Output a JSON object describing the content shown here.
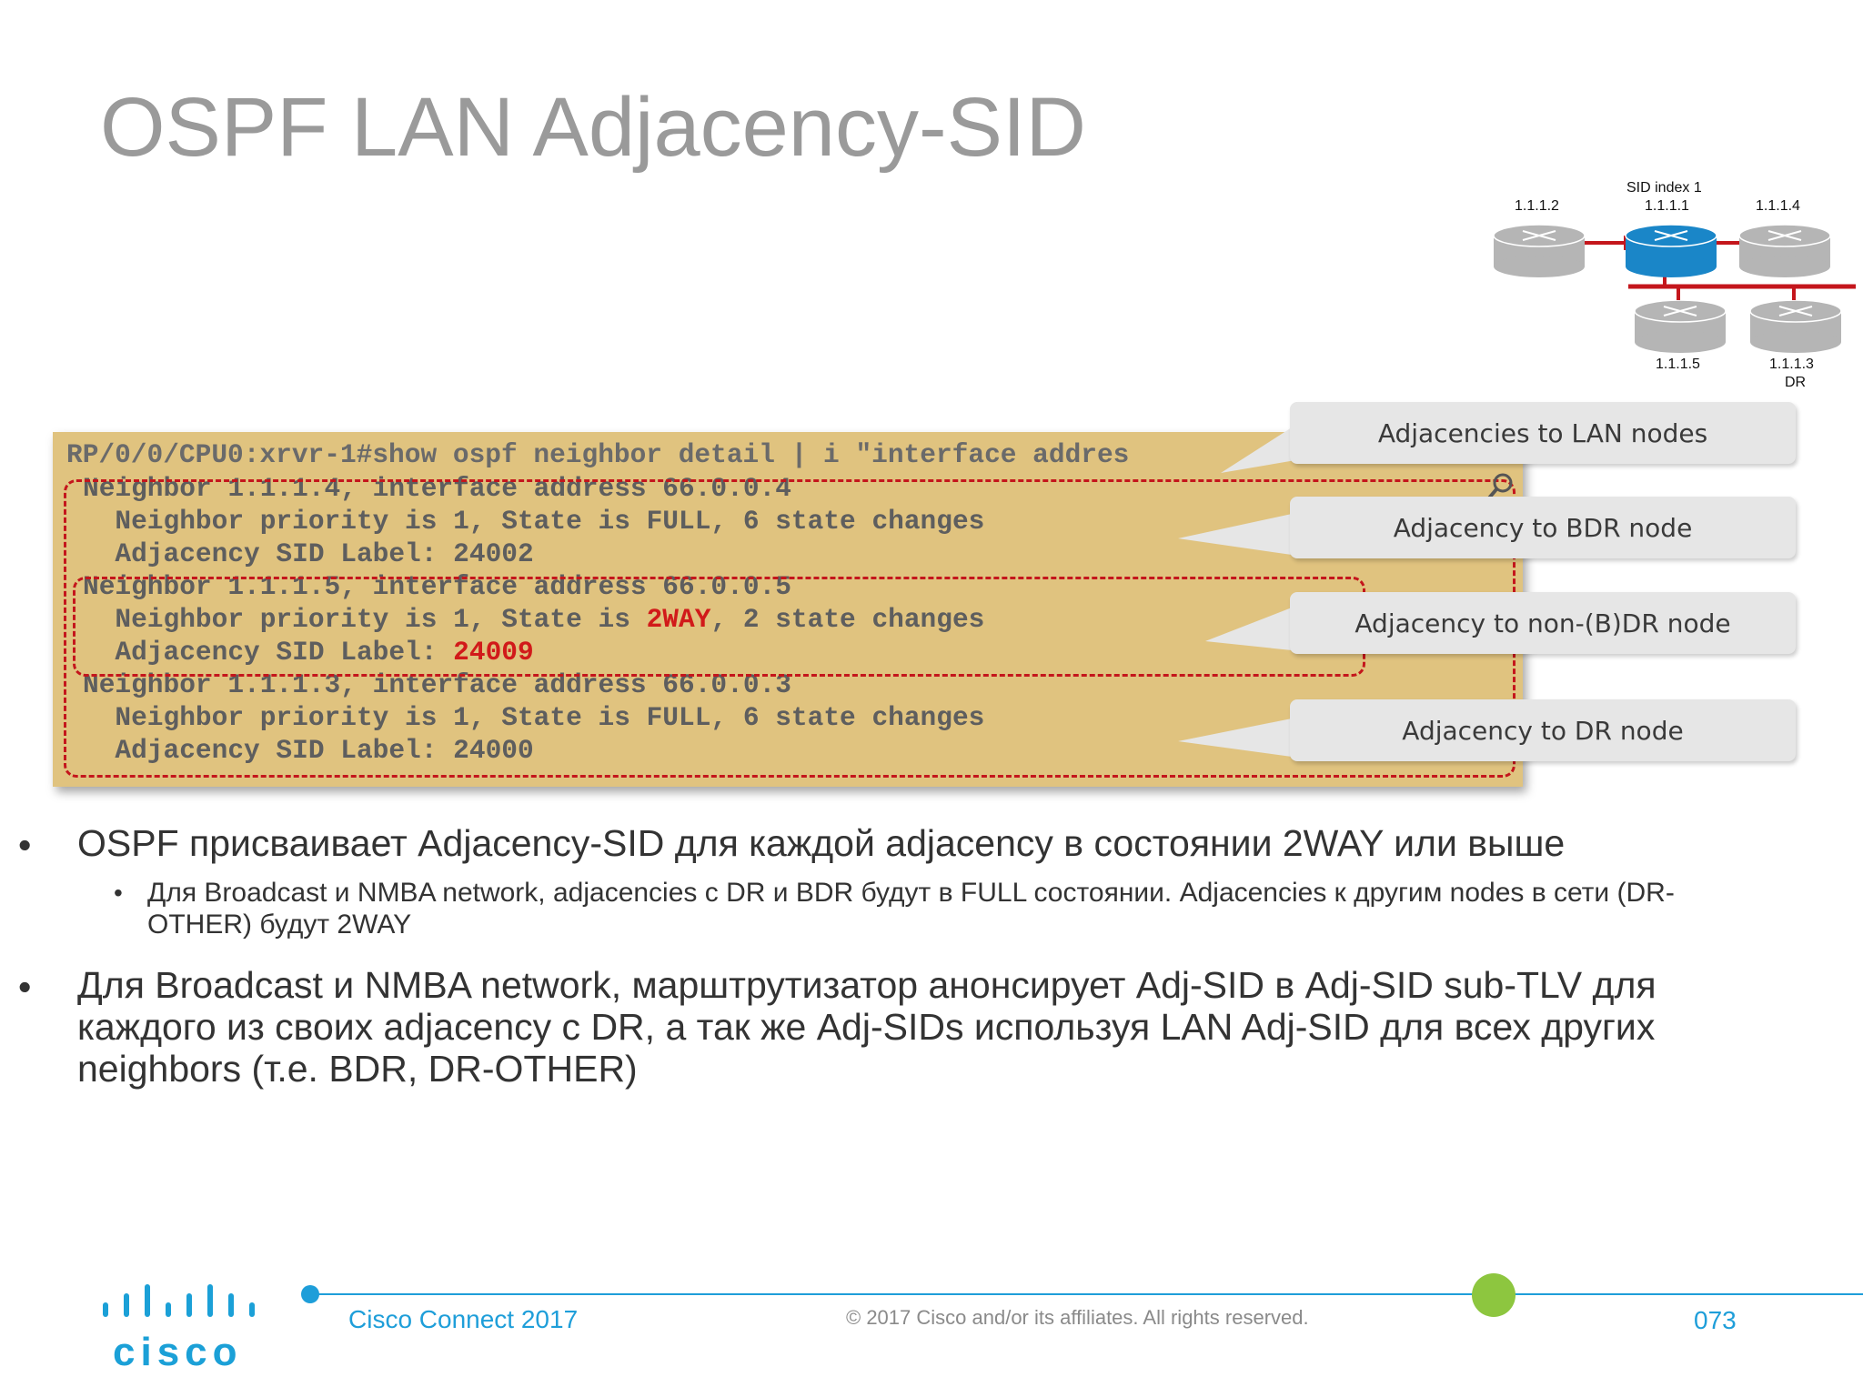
{
  "slide": {
    "title": "OSPF LAN Adjacency-SID"
  },
  "topology": {
    "top_label": "SID index 1",
    "routers": [
      {
        "id": "r-1112",
        "label": "1.1.1.2",
        "color": "#b5b5b5"
      },
      {
        "id": "r-1111",
        "label": "1.1.1.1",
        "color": "#1a86c8"
      },
      {
        "id": "r-1114",
        "label": "1.1.1.4",
        "color": "#b5b5b5"
      },
      {
        "id": "r-1115",
        "label": "1.1.1.5",
        "color": "#b5b5b5"
      },
      {
        "id": "r-1113",
        "label": "1.1.1.3",
        "color": "#b5b5b5"
      }
    ],
    "dr_label": "DR",
    "link_color": "#c4161c"
  },
  "code": {
    "command": "RP/0/0/CPU0:xrvr-1#show ospf neighbor detail | i \"interface addres",
    "neighbors": [
      {
        "header": "Neighbor 1.1.1.4, interface address 66.0.0.4",
        "priority_prefix": "  Neighbor priority is 1, State is ",
        "state": "FULL",
        "priority_suffix": ", 6 state changes",
        "label_prefix": "  Adjacency SID Label: ",
        "label": "24002"
      },
      {
        "header": "Neighbor 1.1.1.5, interface address 66.0.0.5",
        "priority_prefix": "  Neighbor priority is 1, State is ",
        "state": "2WAY",
        "priority_suffix": ", 2 state changes",
        "label_prefix": "  Adjacency SID Label: ",
        "label": "24009"
      },
      {
        "header": "Neighbor 1.1.1.3, interface address 66.0.0.3",
        "priority_prefix": "  Neighbor priority is 1, State is ",
        "state": "FULL",
        "priority_suffix": ", 6 state changes",
        "label_prefix": "  Adjacency SID Label: ",
        "label": "24000"
      }
    ],
    "highlight_color": "#d11a1a"
  },
  "callouts": [
    "Adjacencies to LAN nodes",
    "Adjacency to BDR node",
    "Adjacency to non-(B)DR node",
    "Adjacency to DR node"
  ],
  "bullets": [
    {
      "text": "OSPF присваивает Adjacency-SID для каждой adjacency в состоянии 2WAY или выше",
      "sub": "Для Broadcast и NMBA network, adjacencies с DR и BDR будут в FULL состоянии. Adjacencies к другим nodes в сети (DR-OTHER) будут 2WAY"
    },
    {
      "text": "Для Broadcast и NMBA network, марштрутизатор анонсирует Adj-SID в Adj-SID sub-TLV для каждого из своих adjacency с DR, а так же Adj-SIDs используя LAN Adj-SID для всех других neighbors (т.е. BDR, DR-OTHER)"
    }
  ],
  "bullet_glyph": "•",
  "footer": {
    "event": "Cisco Connect 2017",
    "copyright": "© 2017  Cisco and/or its affiliates. All rights reserved.",
    "page": "073",
    "logo_text": "cisco",
    "accent": "#1e9ed9",
    "marker_color": "#8dc63f"
  },
  "icons": {
    "magnifier": "magnifier-icon",
    "logo": "cisco-logo-icon"
  }
}
